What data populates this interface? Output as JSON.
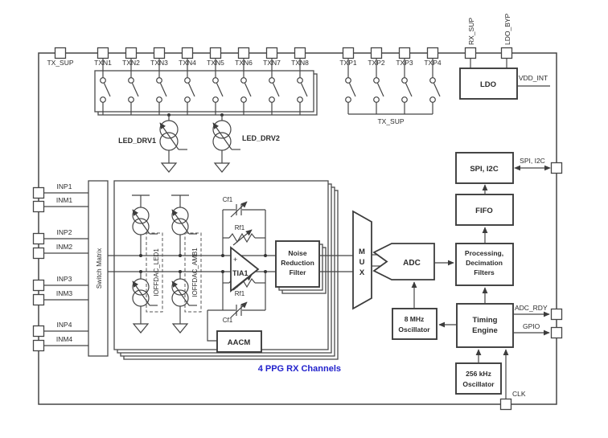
{
  "colors": {
    "line": "#454545",
    "text": "#2b2b2b",
    "caption_blue": "#2222cc",
    "background": "#ffffff"
  },
  "pins": {
    "top": [
      "TX_SUP",
      "TXN1",
      "TXN2",
      "TXN3",
      "TXN4",
      "TXN5",
      "TXN6",
      "TXN7",
      "TXN8",
      "TXP1",
      "TXP2",
      "TXP3",
      "TXP4"
    ],
    "vertical": [
      "RX_SUP",
      "LDO_BYP"
    ],
    "left": [
      "INP1",
      "INM1",
      "INP2",
      "INM2",
      "INP3",
      "INM3",
      "INP4",
      "INM4"
    ],
    "right": [
      "SPI, I2C",
      "ADC_RDY",
      "GPIO"
    ],
    "bottom": [
      "CLK"
    ]
  },
  "blocks": {
    "ldo": "LDO",
    "vdd_int": "VDD_INT",
    "spi_i2c": "SPI, I2C",
    "fifo": "FIFO",
    "processing": {
      "l1": "Processing,",
      "l2": "Decimation",
      "l3": "Filters"
    },
    "timing": {
      "l1": "Timing",
      "l2": "Engine"
    },
    "osc8": {
      "l1": "8 MHz",
      "l2": "Oscillator"
    },
    "osc256": {
      "l1": "256 kHz",
      "l2": "Oscillator"
    },
    "adc": "ADC",
    "mux": {
      "l1": "M",
      "l2": "U",
      "l3": "X"
    },
    "nrf": {
      "l1": "Noise",
      "l2": "Reduction",
      "l3": "Filter"
    },
    "aacm": "AACM",
    "switch_matrix": "Switch Matrix",
    "tia": {
      "plus": "+",
      "label": "TIA1"
    }
  },
  "labels": {
    "led_drv1": "LED_DRV1",
    "led_drv2": "LED_DRV2",
    "tx_sup_bus": "TX_SUP",
    "ioffdac_led1": "IOFFDAC_LED1",
    "ioffdac_amb1": "IOFFDAC_AMB1",
    "cf1": "Cf1",
    "rf1": "Rf1",
    "caption": "4 PPG RX Channels"
  }
}
